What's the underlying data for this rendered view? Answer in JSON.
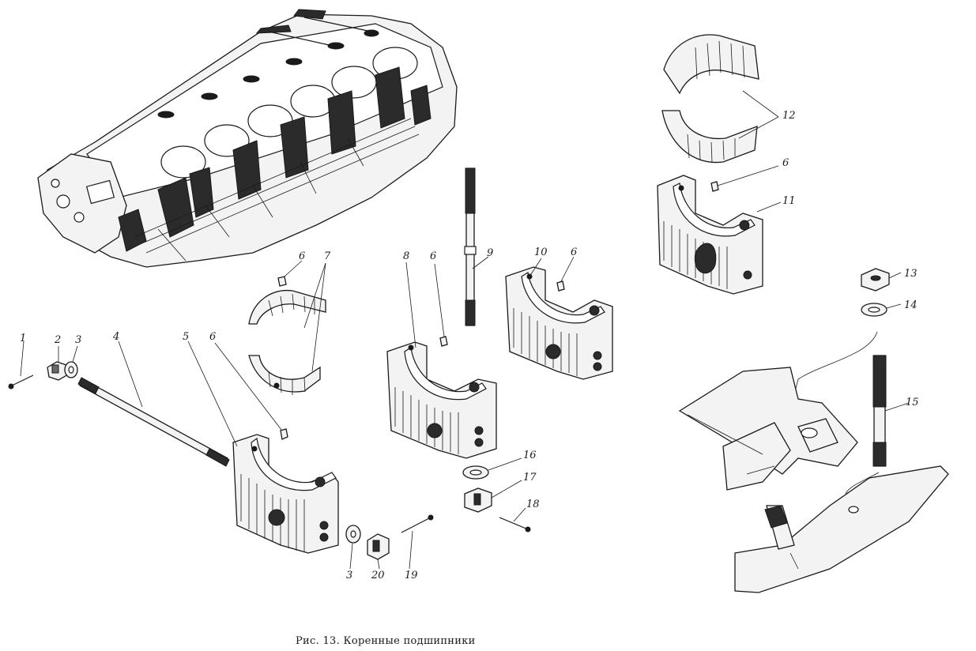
{
  "caption": "Рис. 13. Коренные подшипники",
  "callouts": [
    {
      "id": "1",
      "text": "1"
    },
    {
      "id": "2",
      "text": "2"
    },
    {
      "id": "3a",
      "text": "3"
    },
    {
      "id": "4",
      "text": "4"
    },
    {
      "id": "5",
      "text": "5"
    },
    {
      "id": "6a",
      "text": "6"
    },
    {
      "id": "6b",
      "text": "6"
    },
    {
      "id": "7",
      "text": "7"
    },
    {
      "id": "8",
      "text": "8"
    },
    {
      "id": "6c",
      "text": "6"
    },
    {
      "id": "9",
      "text": "9"
    },
    {
      "id": "10",
      "text": "10"
    },
    {
      "id": "6d",
      "text": "6"
    },
    {
      "id": "12",
      "text": "12"
    },
    {
      "id": "6e",
      "text": "6"
    },
    {
      "id": "11",
      "text": "11"
    },
    {
      "id": "13",
      "text": "13"
    },
    {
      "id": "14",
      "text": "14"
    },
    {
      "id": "15",
      "text": "15"
    },
    {
      "id": "16",
      "text": "16"
    },
    {
      "id": "17",
      "text": "17"
    },
    {
      "id": "18",
      "text": "18"
    },
    {
      "id": "3b",
      "text": "3"
    },
    {
      "id": "20",
      "text": "20"
    },
    {
      "id": "19",
      "text": "19"
    }
  ]
}
